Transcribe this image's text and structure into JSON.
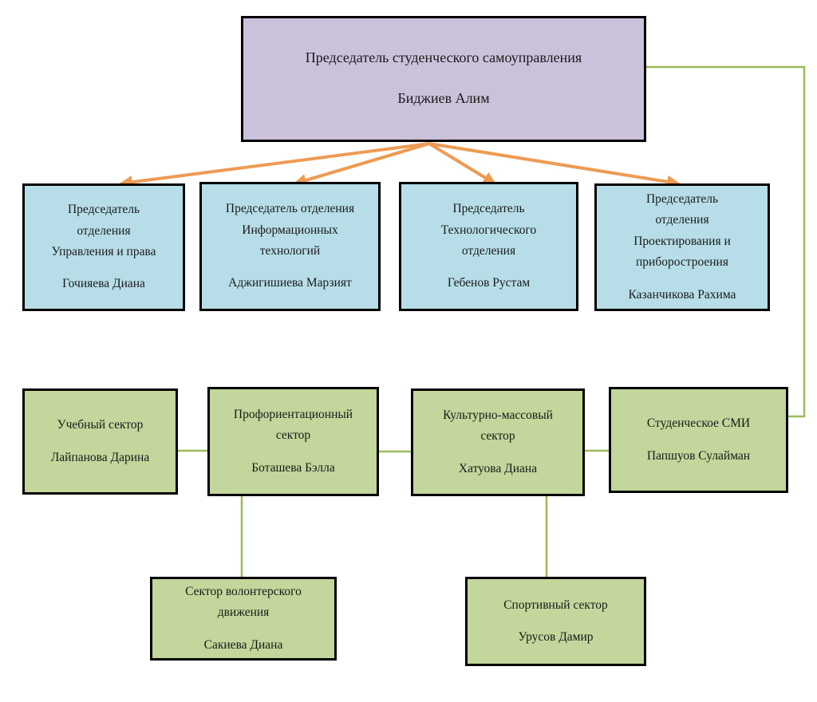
{
  "org": {
    "root": {
      "title": "Председатель студенческого самоуправления",
      "name": "Биджиев Алим"
    },
    "departments": [
      {
        "title": "Председатель\nотделения\nУправления и права",
        "name": "Гочияева Диана"
      },
      {
        "title": "Председатель отделения\nИнформационных\nтехнологий",
        "name": "Аджигишиева Марзият"
      },
      {
        "title": "Председатель\nТехнологического\nотделения",
        "name": "Гебенов Рустам"
      },
      {
        "title": "Председатель\nотделения\nПроектирования и\nприборостроения",
        "name": "Казанчикова Рахима"
      }
    ],
    "sectors": [
      {
        "title": "Учебный сектор",
        "name": "Лайпанова Дарина"
      },
      {
        "title": "Профориентационный\nсектор",
        "name": "Боташева Бэлла"
      },
      {
        "title": "Культурно-массовый\nсектор",
        "name": "Хатуова Диана"
      },
      {
        "title": "Студенческое СМИ",
        "name": "Папшуов Сулайман"
      }
    ],
    "subsectors": [
      {
        "title": "Сектор волонтерского\nдвижения",
        "name": "Сакиева Диана"
      },
      {
        "title": "Спортивный сектор",
        "name": "Урусов Дамир"
      }
    ],
    "colors": {
      "purple": "#CCC1DA",
      "blue": "#B7DEE8",
      "green": "#C3D69B",
      "line": "#9BBB59",
      "arrow": "#ED9B54",
      "border": "#000000",
      "text": "#1a1a1a"
    }
  }
}
